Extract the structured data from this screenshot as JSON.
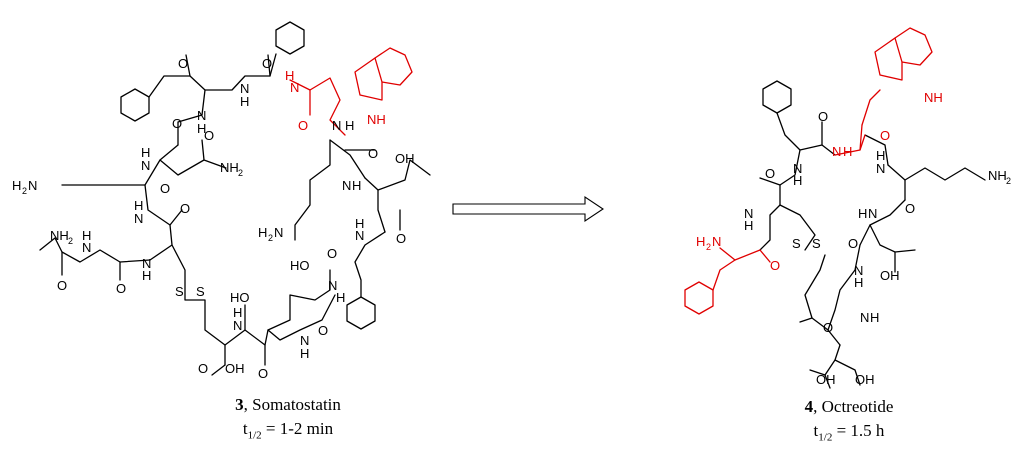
{
  "figure": {
    "arrow": "open-right-arrow",
    "left": {
      "compound_number": "3",
      "compound_name": ", Somatostatin",
      "half_life_prefix": "t",
      "half_life_sub": "1/2",
      "half_life_value": " = 1-2 min"
    },
    "right": {
      "compound_number": "4",
      "compound_name": ", Octreotide",
      "half_life_prefix": "t",
      "half_life_sub": "1/2",
      "half_life_value": " = 1.5 h"
    },
    "colors": {
      "highlight": "#e00000",
      "structure": "#000000"
    }
  }
}
